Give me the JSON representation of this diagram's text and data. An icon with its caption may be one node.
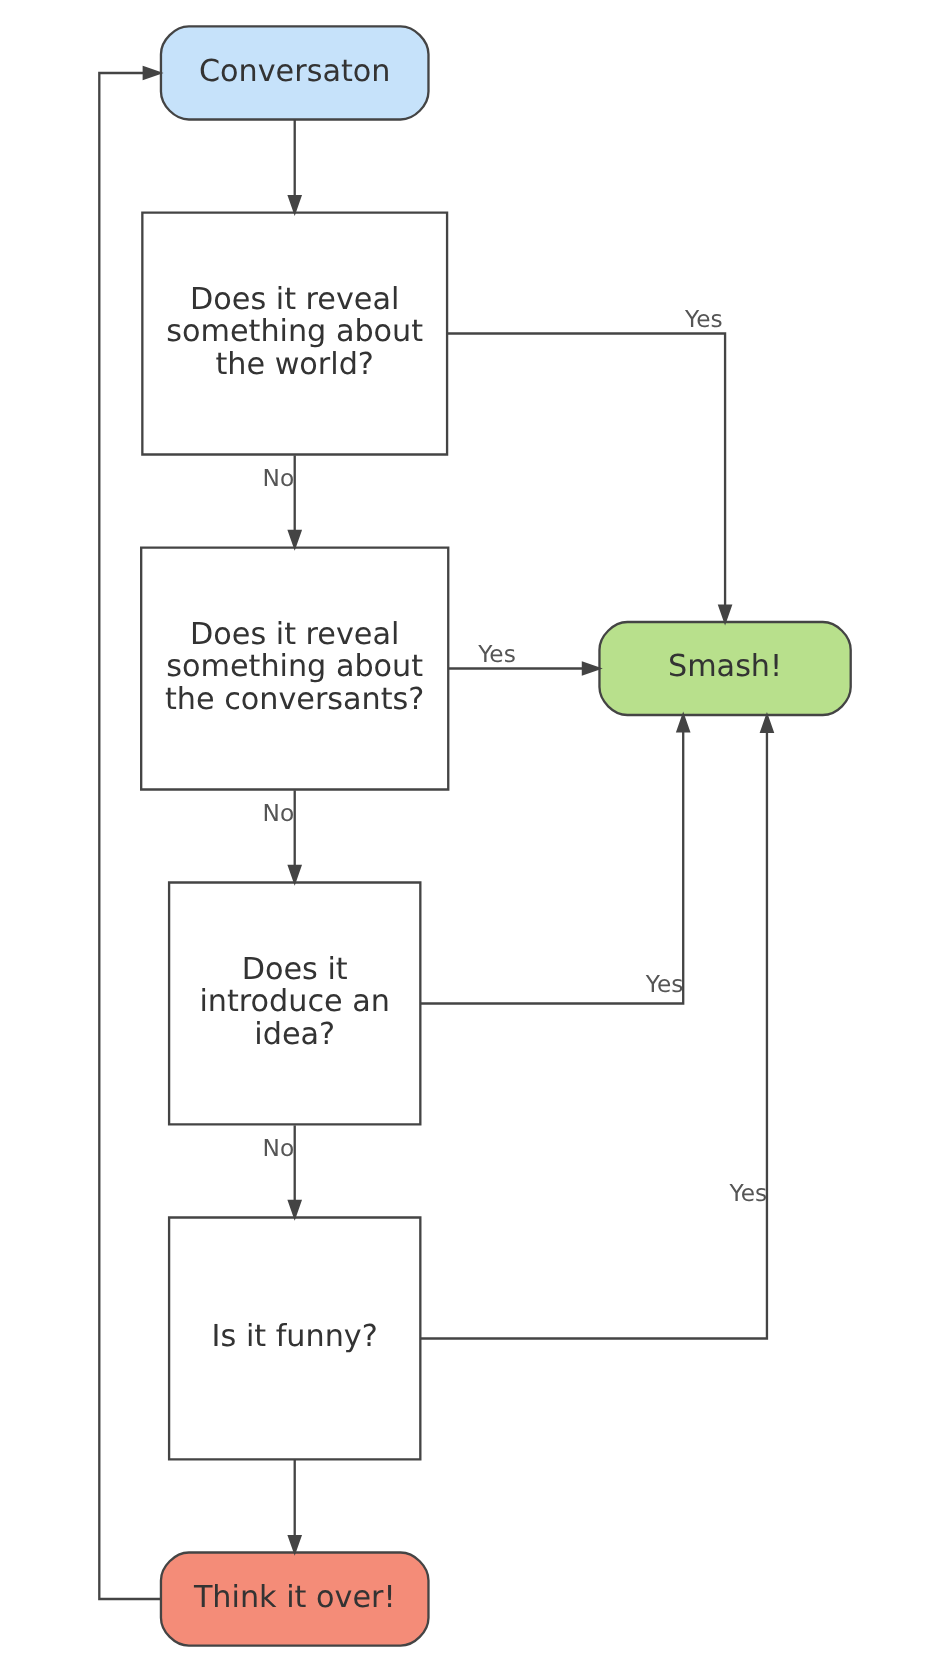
{
  "diagram": {
    "nodes": [
      {
        "text": [
          "Conversaton"
        ]
      },
      {
        "text": [
          "Does it reveal something about the world?"
        ]
      },
      {
        "text": [
          "Does it reveal something about the conversants?"
        ]
      },
      {
        "text": [
          "Smash!"
        ]
      },
      {
        "text": [
          "Does it introduce an idea?"
        ]
      },
      {
        "text": [
          "Is it funny?"
        ]
      },
      {
        "text": [
          "Think it over!"
        ]
      }
    ],
    "edges": [
      {
        "from": 0,
        "to": 1,
        "arrow": "to"
      },
      {
        "from": 1,
        "to": 3,
        "arrow": "to",
        "label": "Yes"
      },
      {
        "from": 1,
        "to": 2,
        "arrow": "to",
        "label": "No"
      },
      {
        "from": 2,
        "to": 3,
        "arrow": "to",
        "label": "Yes"
      },
      {
        "from": 2,
        "to": 4,
        "arrow": "to",
        "label": "No"
      },
      {
        "from": 4,
        "to": 3,
        "arrow": "to",
        "label": "Yes"
      },
      {
        "from": 4,
        "to": 5,
        "arrow": "to",
        "label": "No"
      },
      {
        "from": 5,
        "to": 3,
        "arrow": "to",
        "label": "Yes"
      },
      {
        "from": 5,
        "to": 6,
        "arrow": "to"
      },
      {
        "from": 6,
        "to": 0,
        "arrow": "to"
      }
    ]
  }
}
